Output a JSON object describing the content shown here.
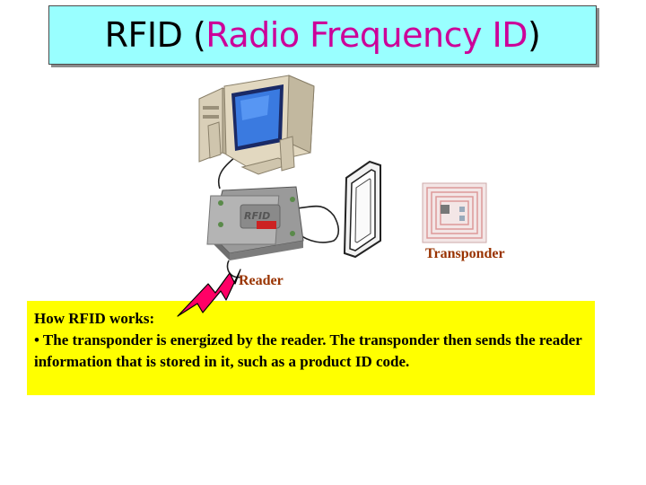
{
  "title": {
    "prefix": "RFID (",
    "highlight": "Radio Frequency ID",
    "suffix": ")"
  },
  "labels": {
    "transponder": "Transponder",
    "reader": "Reader"
  },
  "info": {
    "heading": "How RFID works:",
    "body": "• The transponder is energized by the reader.  The transponder then sends the reader information that is stored in it, such as a  product ID code."
  },
  "icons": [
    "computer-icon",
    "rfid-reader-icon",
    "antenna-icon",
    "transponder-tag-icon",
    "lightning-bolt-icon"
  ],
  "colors": {
    "title_bg": "#99ffff",
    "title_accent": "#cc0099",
    "label_color": "#993300",
    "info_bg": "#ffff00",
    "bolt_fill": "#ff0066"
  }
}
